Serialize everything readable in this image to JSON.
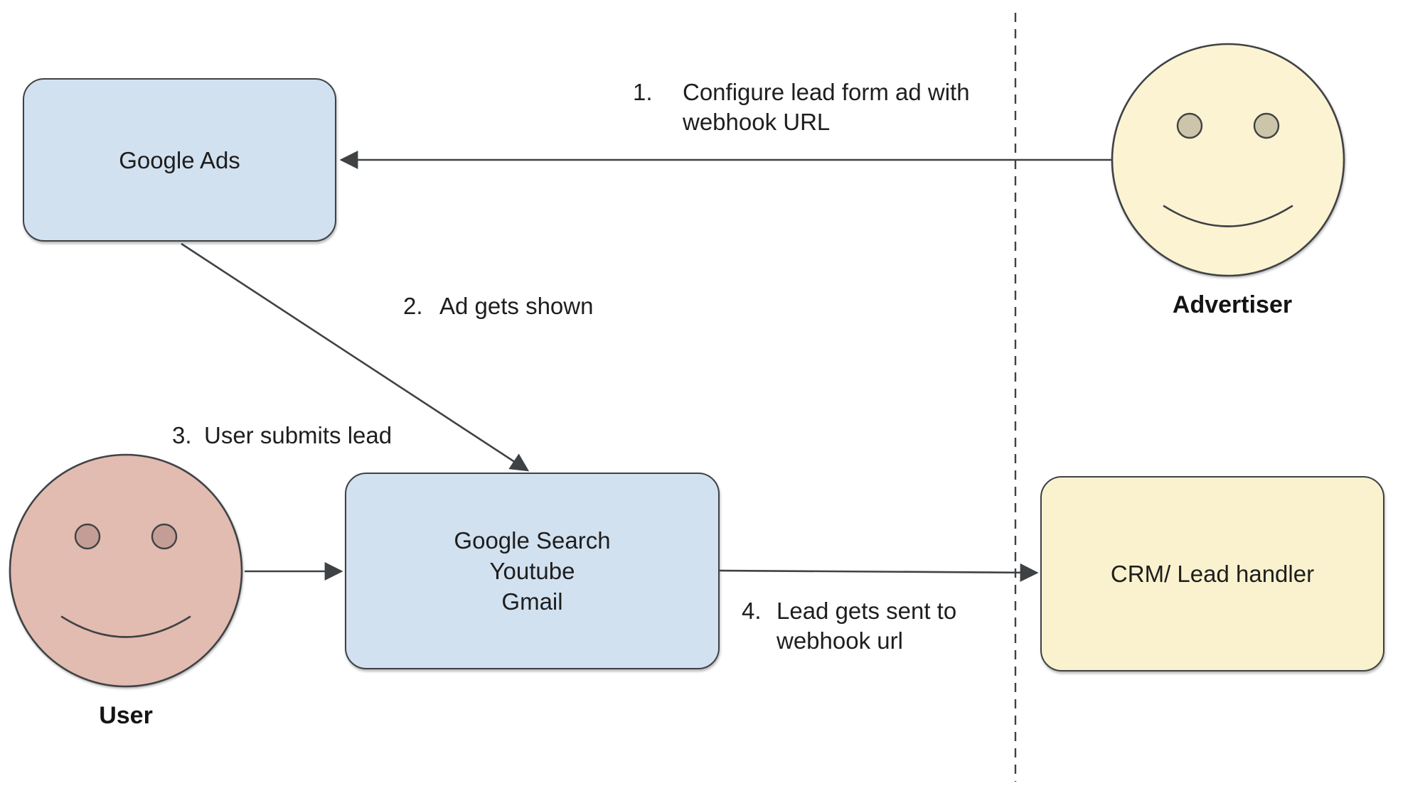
{
  "colors": {
    "background": "#ffffff",
    "line": "#3f4245",
    "text": "#1e1e1e",
    "box_blue": "#d2e1f0",
    "box_cream": "#faf2ce",
    "face_cream": "#fcf3d2",
    "face_cream_eye": "#cdc5a9",
    "face_pink": "#e2bbb1",
    "face_pink_eye": "#c49e96"
  },
  "boxes": {
    "google_ads": {
      "label": "Google Ads"
    },
    "google_surfaces": {
      "lines": [
        "Google Search",
        "Youtube",
        "Gmail"
      ]
    },
    "crm": {
      "label": "CRM/ Lead handler"
    }
  },
  "actors": {
    "advertiser": {
      "label": "Advertiser"
    },
    "user": {
      "label": "User"
    }
  },
  "steps": [
    {
      "num": "1.",
      "lines": [
        "Configure lead form ad with",
        "webhook URL"
      ]
    },
    {
      "num": "2.",
      "lines": [
        "Ad gets shown"
      ]
    },
    {
      "num": "3.",
      "lines": [
        "User submits lead"
      ]
    },
    {
      "num": "4.",
      "lines": [
        "Lead gets sent to",
        "webhook url"
      ]
    }
  ]
}
